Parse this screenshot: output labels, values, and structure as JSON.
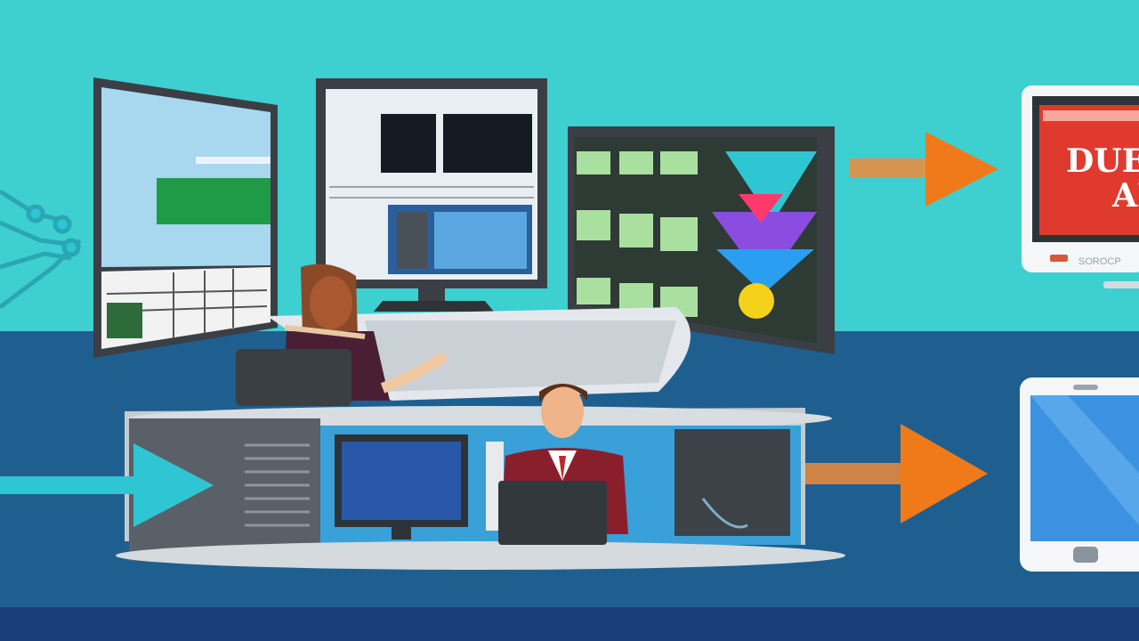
{
  "sign": {
    "line1": "DUERR",
    "line2": "AL",
    "footer": "SOROCP"
  },
  "colors": {
    "sky": "#3ecfd0",
    "floor": "#1f5f8f",
    "band": "#1a3e7a",
    "arrow": "#f07a1a",
    "cyan_arrow": "#2ec6d3",
    "sign_red": "#d8332b"
  }
}
